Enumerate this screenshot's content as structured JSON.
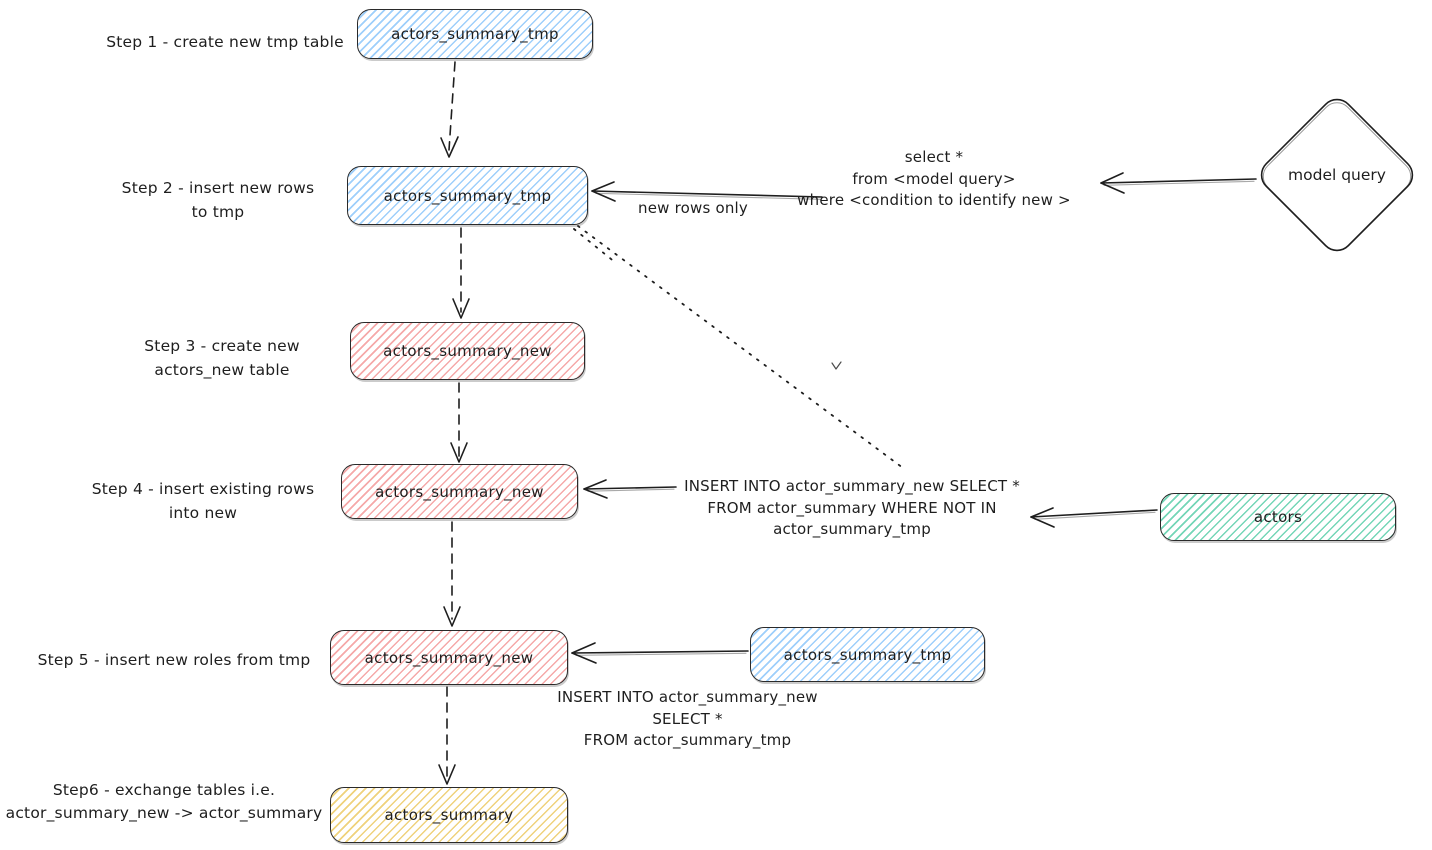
{
  "colors": {
    "blue": "#9ecffb",
    "pink": "#f5a9a9",
    "green": "#74d6b7",
    "yellow": "#efd27c",
    "stroke": "#1e1e1e"
  },
  "step_labels": {
    "step1": [
      "Step 1 - create new tmp table"
    ],
    "step2": [
      "Step 2 - insert new rows",
      "to tmp"
    ],
    "step3": [
      "Step 3 - create new",
      "actors_new table"
    ],
    "step4": [
      "Step 4 - insert existing rows",
      "into new"
    ],
    "step5": [
      "Step 5 - insert new roles from tmp"
    ],
    "step6": [
      "Step6 - exchange tables i.e.",
      "actor_summary_new -> actor_summary"
    ]
  },
  "nodes": {
    "tmp1": "actors_summary_tmp",
    "tmp2": "actors_summary_tmp",
    "new3": "actors_summary_new",
    "new4": "actors_summary_new",
    "new5": "actors_summary_new",
    "tmp5": "actors_summary_tmp",
    "actors": "actors",
    "final": "actors_summary",
    "model_query": "model query"
  },
  "annotations": {
    "new_rows_only": "new rows only",
    "select_query": [
      "select *",
      "from <model query>",
      "where <condition to identify new >"
    ],
    "insert_existing": [
      "INSERT INTO actor_summary_new SELECT *",
      "FROM actor_summary WHERE NOT IN",
      "actor_summary_tmp"
    ],
    "insert_from_tmp": [
      "INSERT INTO actor_summary_new",
      "SELECT *",
      "FROM actor_summary_tmp"
    ]
  }
}
